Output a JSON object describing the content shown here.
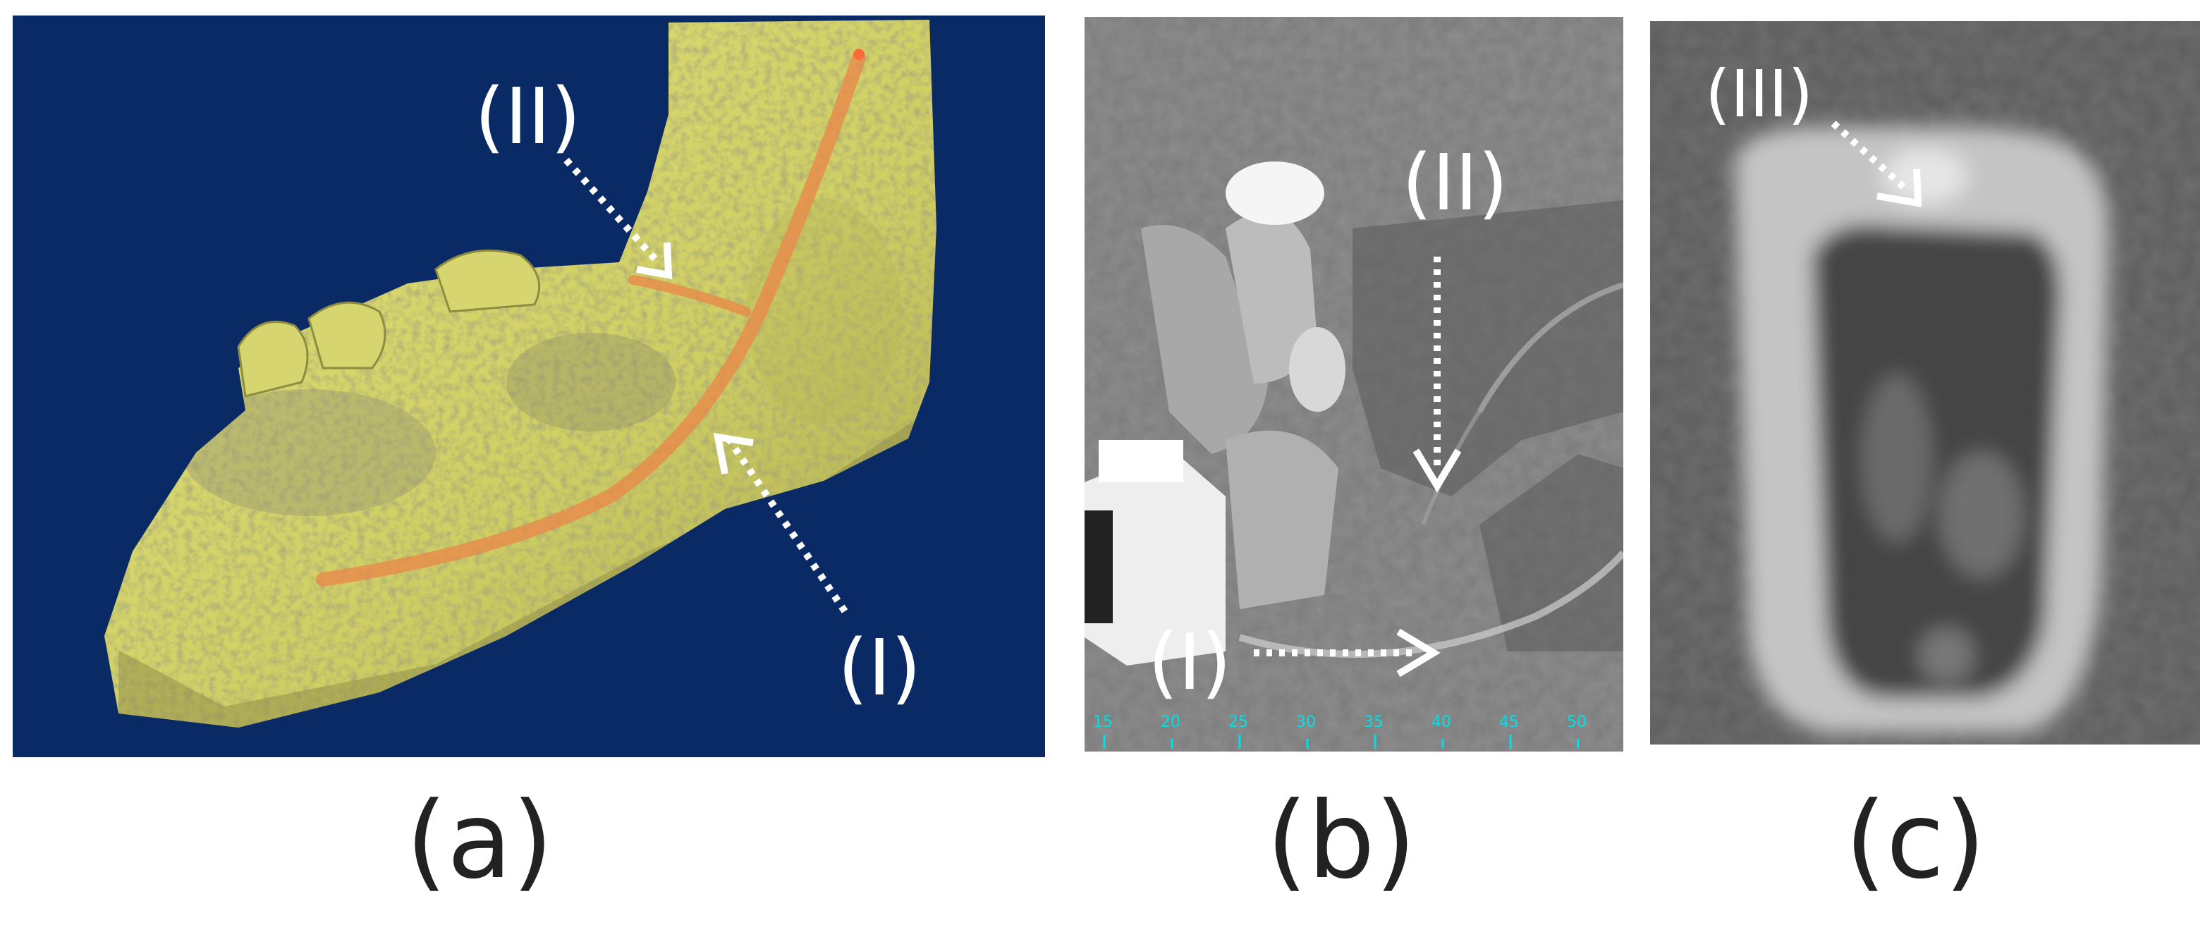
{
  "panels": {
    "a": {
      "caption": "(a)",
      "labels": {
        "I": "(I)",
        "II": "(II)"
      },
      "background": "#0a2a66",
      "bone_color": "#d4d36a",
      "canal_color": "#e8894a",
      "icons": [
        "mandible-3d-render",
        "nerve-canal-trace"
      ]
    },
    "b": {
      "caption": "(b)",
      "labels": {
        "I": "(I)",
        "II": "(II)"
      },
      "ruler_ticks": [
        "15",
        "20",
        "25",
        "30",
        "35",
        "40",
        "45",
        "50"
      ],
      "ruler_color": "#00e0e8",
      "icons": [
        "cbct-sagittal-slice"
      ]
    },
    "c": {
      "caption": "(c)",
      "labels": {
        "III": "(III)"
      },
      "icons": [
        "cbct-cross-section-slice"
      ]
    }
  },
  "arrow_style": "white-dashed"
}
